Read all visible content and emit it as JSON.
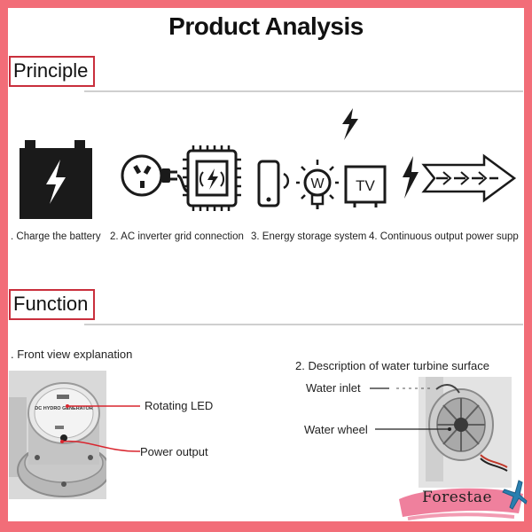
{
  "title": "Product Analysis",
  "principle": {
    "heading": "Principle",
    "steps": [
      {
        "label": ". Charge the battery",
        "icon": "battery-icon"
      },
      {
        "label": "2. AC inverter grid connection",
        "icon": "inverter-plug-icon"
      },
      {
        "label": "3. Energy storage system",
        "icon": "phone-bulb-tv-icon"
      },
      {
        "label": "4. Continuous output power supp",
        "icon": "lightning-arrow-icon"
      }
    ],
    "tv_text": "TV",
    "bulb_text": "W"
  },
  "function": {
    "heading": "Function",
    "front_view": {
      "heading": ". Front view explanation",
      "device_label": "DC HYDRO GENERATOR",
      "callouts": [
        "Rotating LED",
        "Power output"
      ]
    },
    "turbine": {
      "heading": "2. Description of water turbine surface",
      "callouts": [
        "Water inlet",
        "Water wheel"
      ]
    }
  },
  "brand": "Forestae",
  "colors": {
    "frame": "#f26d78",
    "section_border": "#c92f3c",
    "callout_line": "#d9262f"
  }
}
